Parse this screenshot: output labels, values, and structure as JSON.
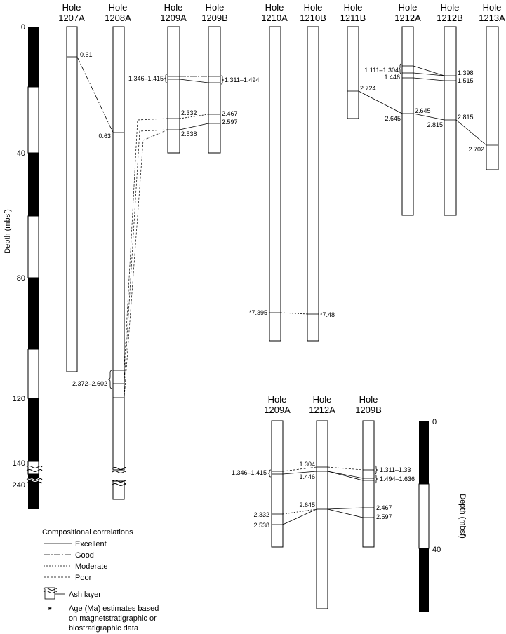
{
  "figure": {
    "depth_axis_label": "Depth (mbsf)",
    "inset_depth_axis_label": "Depth (mbsf)"
  },
  "main_depth_ticks": [
    "0",
    "40",
    "80",
    "120",
    "140",
    "240"
  ],
  "inset_depth_ticks": [
    "0",
    "40"
  ],
  "holes": [
    {
      "word": "Hole",
      "id": "1207A"
    },
    {
      "word": "Hole",
      "id": "1208A"
    },
    {
      "word": "Hole",
      "id": "1209A"
    },
    {
      "word": "Hole",
      "id": "1209B"
    },
    {
      "word": "Hole",
      "id": "1210A"
    },
    {
      "word": "Hole",
      "id": "1210B"
    },
    {
      "word": "Hole",
      "id": "1211B"
    },
    {
      "word": "Hole",
      "id": "1212A"
    },
    {
      "word": "Hole",
      "id": "1212B"
    },
    {
      "word": "Hole",
      "id": "1213A"
    }
  ],
  "inset_holes": [
    {
      "word": "Hole",
      "id": "1209A"
    },
    {
      "word": "Hole",
      "id": "1212A"
    },
    {
      "word": "Hole",
      "id": "1209B"
    }
  ],
  "age_labels": {
    "h1207a": "0.61",
    "h1208a_top": "0.63",
    "h1208a_range": "2.372–2.602",
    "h1209a_range": "1.346–1.415",
    "h1209a_a": "2.332",
    "h1209a_b": "2.538",
    "h1209b_range": "1.311–1.494",
    "h1209b_a": "2.467",
    "h1209b_b": "2.597",
    "h1210a": "*7.395",
    "h1210b": "*7.48",
    "h1211b": "2.724",
    "h1212a_range": "1.111–1.304",
    "h1212a_a": "1.446",
    "h1212a_b": "2.645",
    "h1212b_a": "1.398",
    "h1212b_b": "1.515",
    "h1212b_c": "2.645",
    "h1212b_d": "2.815",
    "h1213a_a": "2.815",
    "h1213a_b": "2.702",
    "inset_1209a_range": "1.346–1.415",
    "inset_1209a_a": "2.332",
    "inset_1209a_b": "2.538",
    "inset_1212a_a": "1.304",
    "inset_1212a_b": "1.446",
    "inset_1212a_c": "2.645",
    "inset_1209b_range1": "1.311–1.33",
    "inset_1209b_range2": "1.494–1.636",
    "inset_1209b_a": "2.467",
    "inset_1209b_b": "2.597"
  },
  "legend": {
    "title": "Compositional correlations",
    "excellent": "Excellent",
    "good": "Good",
    "moderate": "Moderate",
    "poor": "Poor",
    "ash": "Ash layer",
    "asterisk": "*",
    "age_note_1": "Age (Ma) estimates based",
    "age_note_2": "on magnetstratigraphic or",
    "age_note_3": "biostratigraphic data"
  },
  "colors": {
    "ink": "#000000",
    "paper": "#ffffff"
  }
}
